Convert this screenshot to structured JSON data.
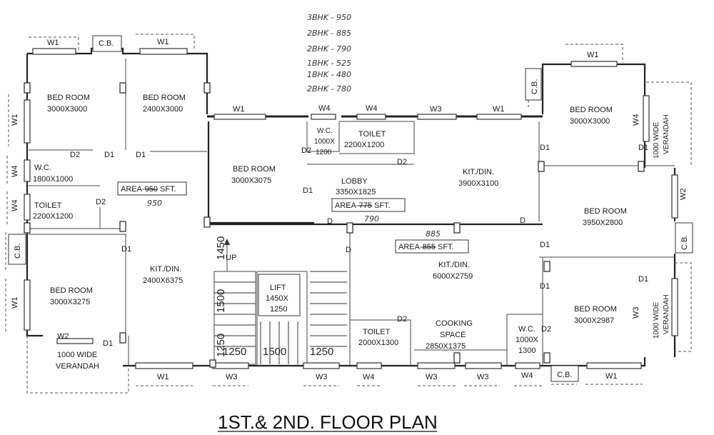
{
  "title": "1ST.& 2ND. FLOOR PLAN",
  "handwritten_notes": [
    "3BHK - 950",
    "2BHK - 885",
    "2BHK - 790",
    "1BHK - 525",
    "1BHK - 480",
    "2BHK - 780"
  ],
  "rooms": {
    "bed1": {
      "name": "BED ROOM",
      "size": "3000X3000"
    },
    "bed2": {
      "name": "BED ROOM",
      "size": "2400X3000"
    },
    "wc1": {
      "name": "W.C.",
      "size": "1800X1000"
    },
    "toilet1": {
      "name": "TOILET",
      "size": "2200X1200"
    },
    "bed3": {
      "name": "BED ROOM",
      "size": "3000X3275"
    },
    "kit1": {
      "name": "KIT./DIN.",
      "size": "2400X6375"
    },
    "verandah1": {
      "name": "1000 WIDE",
      "name2": "VERANDAH"
    },
    "bed4": {
      "name": "BED ROOM",
      "size": "3000X3075"
    },
    "wc2": {
      "name": "W.C.",
      "size": "1000X",
      "size2": "1200"
    },
    "toilet2": {
      "name": "TOILET",
      "size": "2200X1200"
    },
    "lobby": {
      "name": "LOBBY",
      "size": "3350X1825"
    },
    "kit2": {
      "name": "KIT./DIN.",
      "size": "3900X3100"
    },
    "bed5": {
      "name": "BED ROOM",
      "size": "3000X3000"
    },
    "verandah2": {
      "name": "1000 WIDE",
      "name2": "VERANDAH"
    },
    "bed6": {
      "name": "BED ROOM",
      "size": "3950X2800"
    },
    "kit3": {
      "name": "KIT./DIN.",
      "size": "6000X2759"
    },
    "bed7": {
      "name": "BED ROOM",
      "size": "3000X2987"
    },
    "verandah3": {
      "name": "1000 WIDE",
      "name2": "VERANDAH"
    },
    "toilet3": {
      "name": "TOILET",
      "size": "2000X1300"
    },
    "cooking": {
      "name": "COOKING",
      "name2": "SPACE",
      "size": "2850X1375"
    },
    "wc3": {
      "name": "W.C.",
      "size": "1000X",
      "size2": "1300"
    },
    "lift": {
      "name": "LIFT",
      "size": "1450X",
      "size2": "1250"
    }
  },
  "area_tags": {
    "a1": {
      "label": "AREA-",
      "struck": "950",
      "unit": "SFT.",
      "note": "950"
    },
    "a2": {
      "label": "AREA-",
      "struck": "775",
      "unit": "SFT.",
      "note": "790"
    },
    "a3": {
      "label": "AREA-",
      "struck": "855",
      "unit": "SFT.",
      "note": "885"
    }
  },
  "stair": {
    "up": "UP",
    "d1": "1450",
    "d2": "1500",
    "d3": "1250",
    "w1": "1250",
    "w2": "1500",
    "w3": "1250"
  },
  "marks": {
    "W1": "W1",
    "W2": "W2",
    "W3": "W3",
    "W4": "W4",
    "CB": "C.B.",
    "D": "D",
    "D1": "D1",
    "D2": "D2"
  }
}
